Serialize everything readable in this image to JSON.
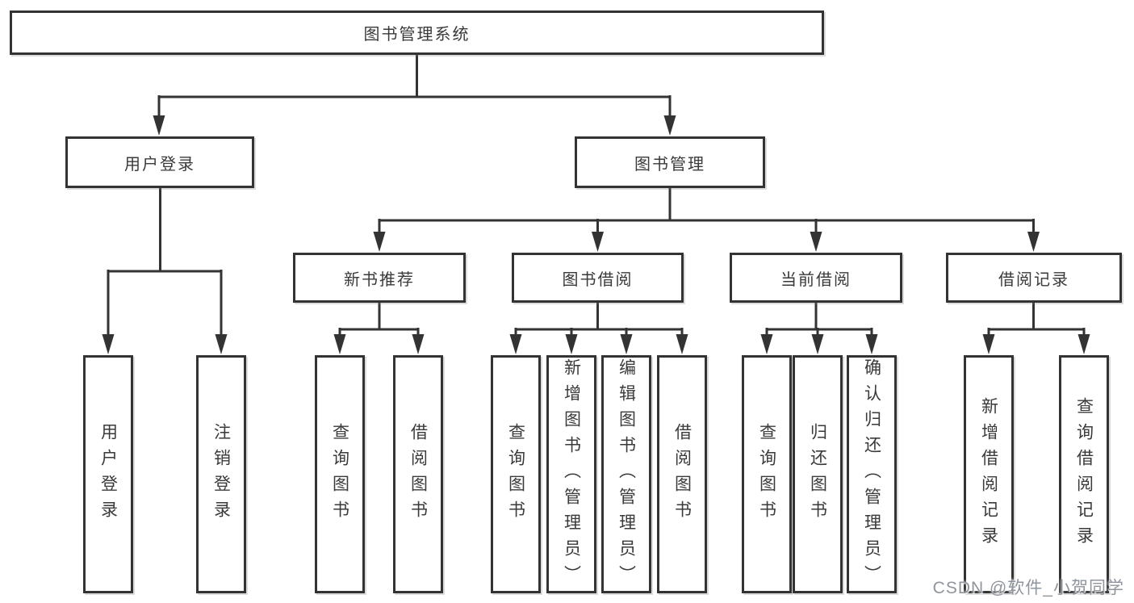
{
  "diagram": {
    "tree": {
      "root": {
        "label": "图书管理系统"
      },
      "children": [
        {
          "label": "用户登录",
          "children": [
            {
              "label": "用户登录"
            },
            {
              "label": "注销登录"
            }
          ]
        },
        {
          "label": "图书管理",
          "children": [
            {
              "label": "新书推荐",
              "children": [
                {
                  "label": "查询图书"
                },
                {
                  "label": "借阅图书"
                }
              ]
            },
            {
              "label": "图书借阅",
              "children": [
                {
                  "label": "查询图书"
                },
                {
                  "label": "新增图书（管理员）"
                },
                {
                  "label": "编辑图书（管理员）"
                },
                {
                  "label": "借阅图书"
                }
              ]
            },
            {
              "label": "当前借阅",
              "children": [
                {
                  "label": "查询图书"
                },
                {
                  "label": "归还图书"
                },
                {
                  "label": "确认归还（管理员）"
                }
              ]
            },
            {
              "label": "借阅记录",
              "children": [
                {
                  "label": "新增借阅记录"
                },
                {
                  "label": "查询借阅记录"
                }
              ]
            }
          ]
        }
      ]
    },
    "colors": {
      "line": "#333333",
      "box_border": "#333333",
      "box_background": "#ffffff",
      "text": "#3a3a3a",
      "watermark": "#8f959e"
    }
  },
  "watermark": {
    "text": "CSDN @软件_小贺同学"
  }
}
